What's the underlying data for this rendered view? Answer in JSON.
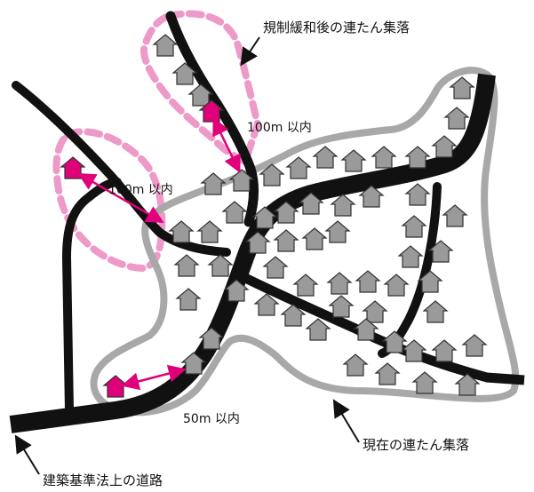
{
  "labels": {
    "after_deregulation": "規制緩和後の連たん集落",
    "current_settlement": "現在の連たん集落",
    "legal_road": "建築基準法上の道路"
  },
  "distances": {
    "top": "100m 以内",
    "left": "100m 以内",
    "bottom": "50m 以内"
  },
  "colors": {
    "road": "#111111",
    "current_boundary": "#a8a8a8",
    "extension_boundary": "#ee9ac8",
    "house_existing": "#9a9a9a",
    "house_new": "#e0007a",
    "distance_arrow": "#e0007a"
  },
  "icons": {
    "house_existing": "gray-house-icon",
    "house_new": "magenta-house-icon"
  }
}
